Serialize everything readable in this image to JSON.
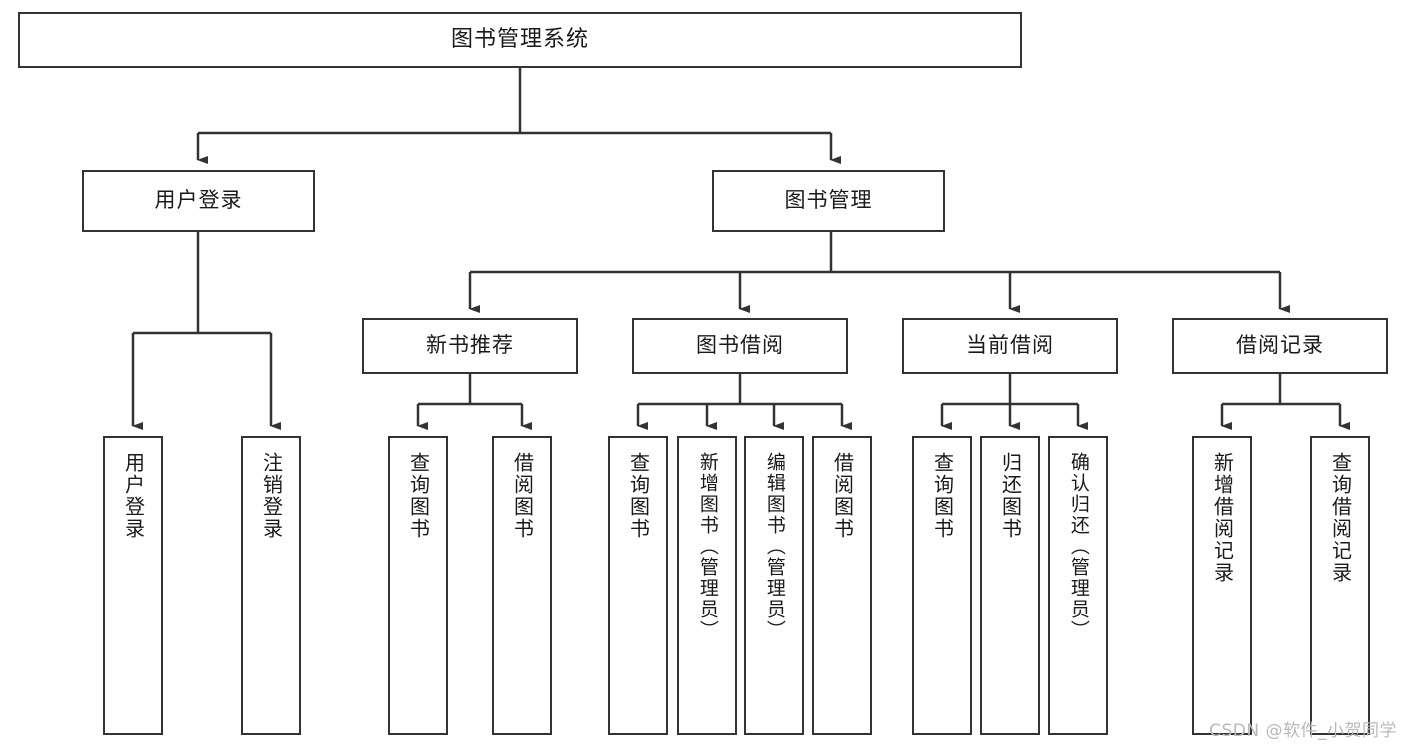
{
  "diagram": {
    "title": "图书管理系统",
    "type": "tree-hierarchy",
    "root": {
      "label": "图书管理系统"
    },
    "level2": [
      {
        "label": "用户登录"
      },
      {
        "label": "图书管理"
      }
    ],
    "level3": [
      {
        "label": "新书推荐"
      },
      {
        "label": "图书借阅"
      },
      {
        "label": "当前借阅"
      },
      {
        "label": "借阅记录"
      }
    ],
    "leaves": {
      "user_login": [
        {
          "label": "用户登录"
        },
        {
          "label": "注销登录"
        }
      ],
      "new_book_recommend": [
        {
          "label": "查询图书"
        },
        {
          "label": "借阅图书"
        }
      ],
      "book_borrow": [
        {
          "label": "查询图书"
        },
        {
          "label": "新增图书（管理员）"
        },
        {
          "label": "编辑图书（管理员）"
        },
        {
          "label": "借阅图书"
        }
      ],
      "current_borrow": [
        {
          "label": "查询图书"
        },
        {
          "label": "归还图书"
        },
        {
          "label": "确认归还（管理员）"
        }
      ],
      "borrow_record": [
        {
          "label": "新增借阅记录"
        },
        {
          "label": "查询借阅记录"
        }
      ]
    }
  },
  "watermark": {
    "text": "CSDN @软件_小贺同学"
  },
  "colors": {
    "stroke": "#333333",
    "box_fill": "#ffffff",
    "text": "#1a1a1a",
    "watermark": "#b9b9b9"
  }
}
